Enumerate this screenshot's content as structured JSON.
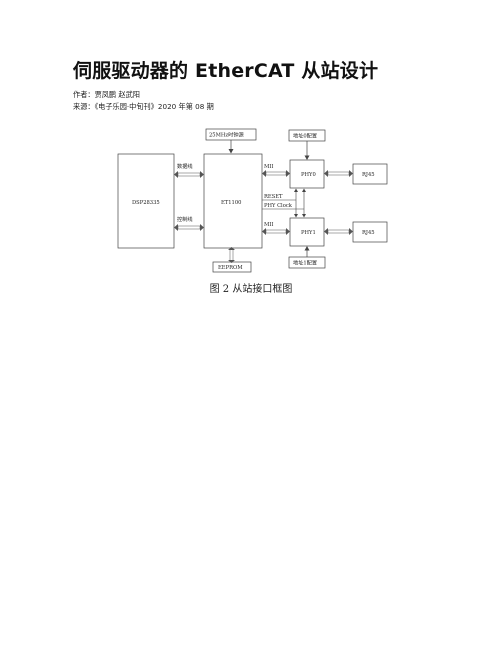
{
  "document": {
    "title": "伺服驱动器的 EtherCAT 从站设计",
    "author_line": "作者：贾凤鹏 赵武阳",
    "source_line": "来源：《电子乐园·中旬刊》2020 年第 08 期"
  },
  "figure": {
    "caption": "图 2  从站接口框图",
    "blocks": {
      "dsp": "DSP28335",
      "et1100": "ET1100",
      "clock": "25MHz时钟源",
      "eeprom": "EEPROM",
      "phy0": "PHY0",
      "phy1": "PHY1",
      "rj45_top": "RJ45",
      "rj45_bottom": "RJ45",
      "addr0": "地址0配置",
      "addr1": "地址1配置"
    },
    "labels": {
      "data_bus": "数据线",
      "control_bus": "控制线",
      "mii_top": "MII",
      "mii_bottom": "MII",
      "reset": "RESET",
      "phy_clock": "PHY Clock"
    }
  }
}
